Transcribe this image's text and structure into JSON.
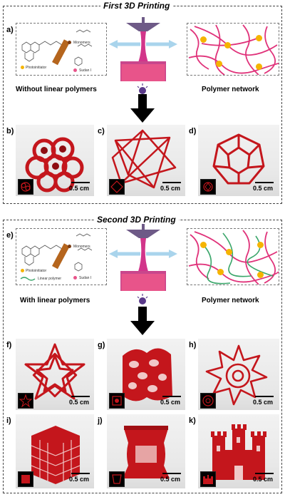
{
  "sections": {
    "first": {
      "title": "First 3D Printing"
    },
    "second": {
      "title": "Second 3D Printing"
    }
  },
  "panels": {
    "a": "a)",
    "b": "b)",
    "c": "c)",
    "d": "d)",
    "e": "e)",
    "f": "f)",
    "g": "g)",
    "h": "h)",
    "i": "i)",
    "j": "j)",
    "k": "k)"
  },
  "captions": {
    "without_linear": "Without linear polymers",
    "with_linear": "With linear polymers",
    "network_first": "Polymer network",
    "network_second": "Polymer network"
  },
  "legend": {
    "photoinitiator": "Photoinitiator",
    "monomers": "Monomers",
    "linear_polymer": "Linear polymer",
    "sudan": "Sudan I"
  },
  "scale_label": "0.5 cm",
  "colors": {
    "resin": "#e8548a",
    "vat_top": "#c9468c",
    "printer_head": "#6e5a87",
    "light": "#5a3a8a",
    "network_chain": "#e0327a",
    "crosslink_node": "#f5b400",
    "linear_chain": "#3aa66a",
    "print_red": "#c4161c"
  }
}
